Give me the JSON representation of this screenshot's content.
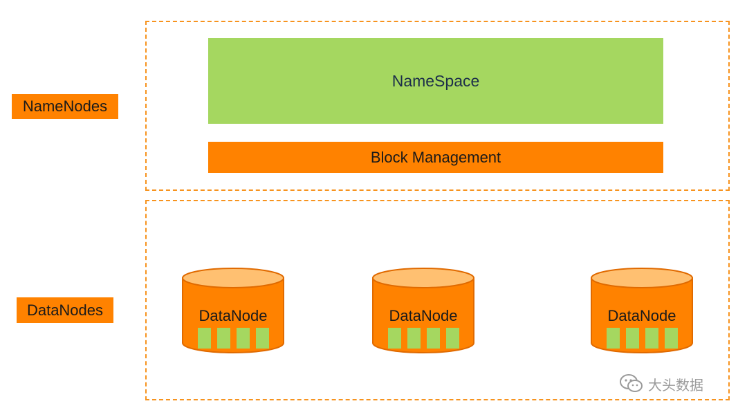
{
  "labels": {
    "namenodes": "NameNodes",
    "datanodes": "DataNodes"
  },
  "namenode": {
    "namespace": "NameSpace",
    "block_management": "Block Management"
  },
  "datanodes": [
    {
      "label": "DataNode",
      "blocks": 4
    },
    {
      "label": "DataNode",
      "blocks": 4
    },
    {
      "label": "DataNode",
      "blocks": 4
    }
  ],
  "watermark": {
    "text": "大头数据",
    "icon": "wechat-icon"
  },
  "colors": {
    "orange": "#FF8200",
    "green": "#A5D760",
    "dashed_border": "#F7931E"
  }
}
